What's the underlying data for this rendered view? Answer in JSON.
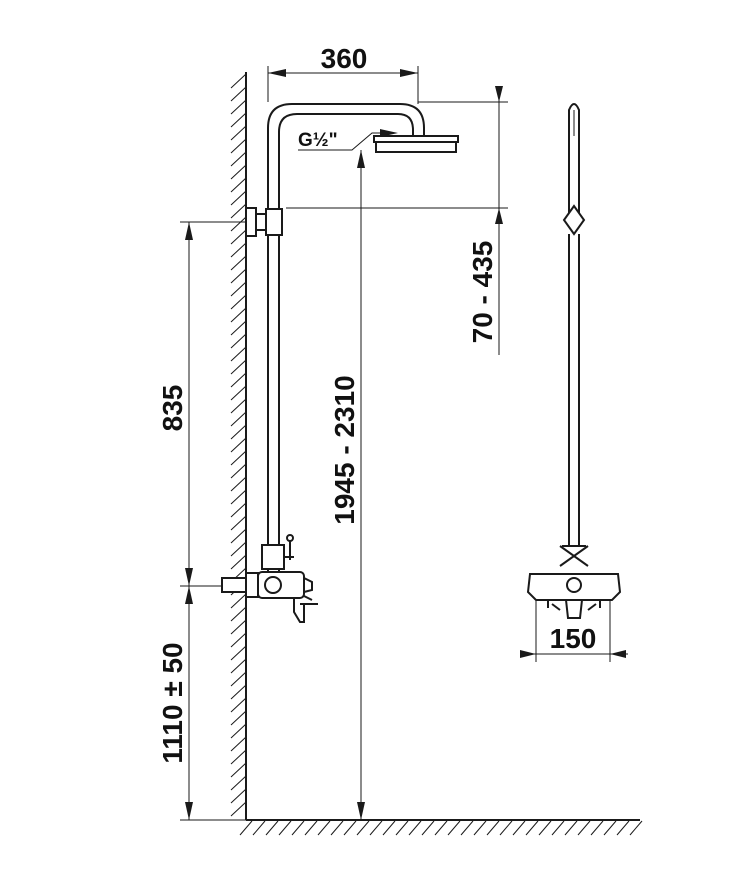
{
  "dimensions": {
    "arm_length": "360",
    "thread": "G½\"",
    "head_adjust": "70 - 435",
    "total_height": "1945 - 2310",
    "bar_length": "835",
    "mixer_height": "1110 ± 50",
    "mixer_width": "150"
  }
}
